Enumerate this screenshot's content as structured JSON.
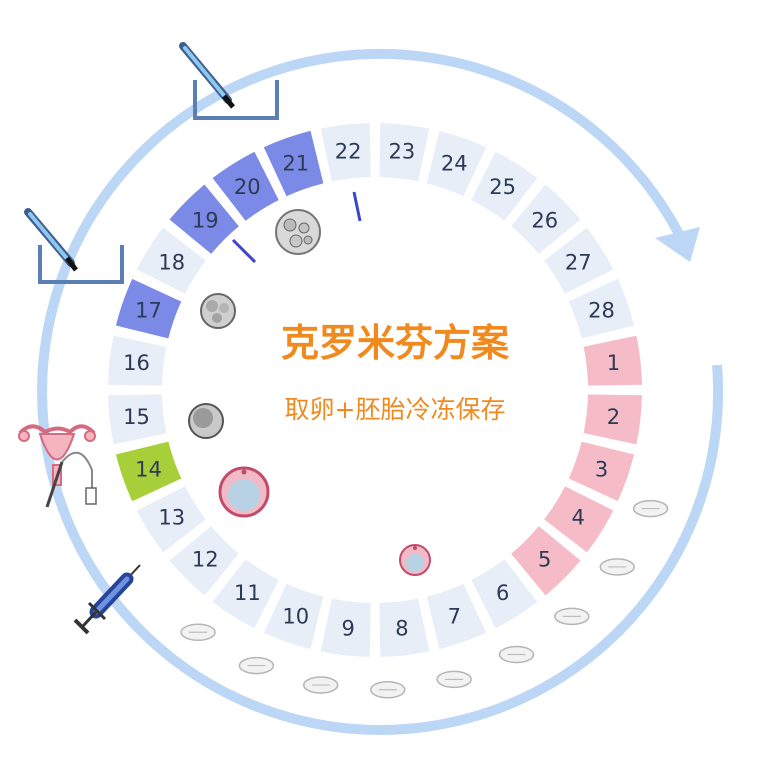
{
  "title": "克罗米芬方案",
  "subtitle": "取卵+胚胎冷冻保存",
  "days": [
    {
      "n": "1",
      "type": "menstrual"
    },
    {
      "n": "2",
      "type": "menstrual"
    },
    {
      "n": "3",
      "type": "menstrual"
    },
    {
      "n": "4",
      "type": "menstrual"
    },
    {
      "n": "5",
      "type": "menstrual"
    },
    {
      "n": "6",
      "type": "normal"
    },
    {
      "n": "7",
      "type": "normal"
    },
    {
      "n": "8",
      "type": "normal"
    },
    {
      "n": "9",
      "type": "normal"
    },
    {
      "n": "10",
      "type": "normal"
    },
    {
      "n": "11",
      "type": "normal"
    },
    {
      "n": "12",
      "type": "normal"
    },
    {
      "n": "13",
      "type": "normal"
    },
    {
      "n": "14",
      "type": "retrieval"
    },
    {
      "n": "15",
      "type": "normal"
    },
    {
      "n": "16",
      "type": "normal"
    },
    {
      "n": "17",
      "type": "transfer"
    },
    {
      "n": "18",
      "type": "normal"
    },
    {
      "n": "19",
      "type": "transfer"
    },
    {
      "n": "20",
      "type": "transfer"
    },
    {
      "n": "21",
      "type": "transfer"
    },
    {
      "n": "22",
      "type": "normal"
    },
    {
      "n": "23",
      "type": "normal"
    },
    {
      "n": "24",
      "type": "normal"
    },
    {
      "n": "25",
      "type": "normal"
    },
    {
      "n": "26",
      "type": "normal"
    },
    {
      "n": "27",
      "type": "normal"
    },
    {
      "n": "28",
      "type": "normal"
    }
  ],
  "colors": {
    "normal": "#e8eef8",
    "menstrual": "#f5bcc8",
    "retrieval": "#a7cf3a",
    "transfer": "#7b8ae6",
    "arrow": "#bcd6f6",
    "title": "#f08a1e",
    "day_text": "#2b3a55"
  },
  "icons": [
    "embryo-transfer-catheter-icon",
    "embryo-transfer-catheter-icon",
    "uterus-retrieval-icon",
    "injection-syringe-icon",
    "clomiphene-pill-icon",
    "follicle-icon",
    "oocyte-icon",
    "cleavage-embryo-icon",
    "blastocyst-icon"
  ]
}
